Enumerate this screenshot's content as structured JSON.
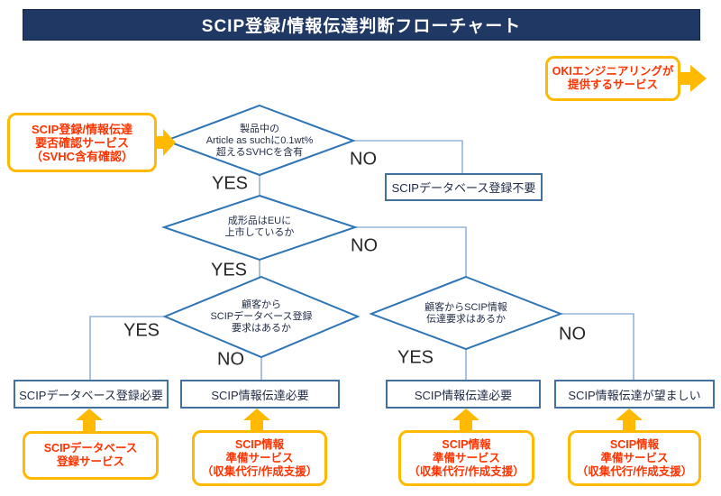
{
  "title": "SCIP登録/情報伝達判断フローチャート",
  "colors": {
    "navy": "#1F3864",
    "diamond_border": "#2E75B6",
    "box_border": "#41719C",
    "connector": "#95B3D7",
    "orange": "#FFB900",
    "red": "#FF3300"
  },
  "legend": {
    "provider": "OKIエンジニアリングが\n提供するサービス"
  },
  "services": {
    "check": "SCIP登録/情報伝達\n要否確認サービス\n（SVHC含有確認）",
    "register": "SCIPデータベース\n登録サービス",
    "prepare": "SCIP情報\n準備サービス\n（収集代行/作成支援）"
  },
  "decisions": {
    "d1": "製品中の\nArticle as suchに0.1wt%\n超えるSVHCを含有",
    "d2": "成形品はEUに\n上市しているか",
    "d3": "顧客から\nSCIPデータベース登録\n要求はあるか",
    "d4": "顧客からSCIP情報\n伝達要求はあるか"
  },
  "results": {
    "no_register": "SCIPデータベース登録不要",
    "register_required": "SCIPデータベース登録必要",
    "transfer_required_1": "SCIP情報伝達必要",
    "transfer_required_2": "SCIP情報伝達必要",
    "transfer_desirable": "SCIP情報伝達が望ましい"
  },
  "labels": {
    "yes": "YES",
    "no": "NO"
  }
}
